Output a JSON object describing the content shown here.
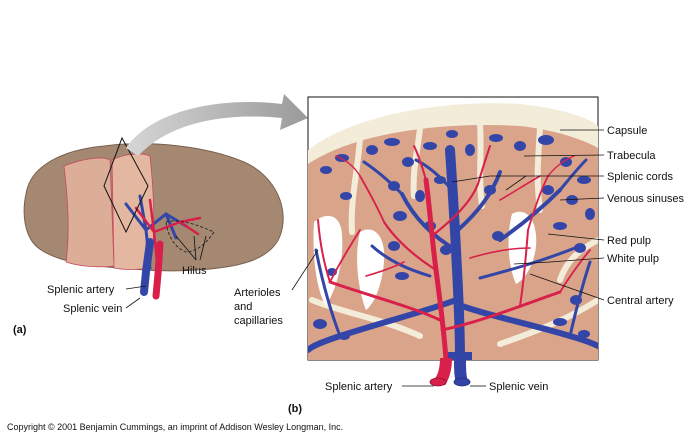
{
  "labels_a": {
    "hilus": "Hilus",
    "splenic_artery": "Splenic artery",
    "splenic_vein": "Splenic vein",
    "panel": "(a)"
  },
  "labels_b": {
    "capsule": "Capsule",
    "trabecula": "Trabecula",
    "splenic_cords": "Splenic cords",
    "venous_sinuses": "Venous sinuses",
    "red_pulp": "Red pulp",
    "white_pulp": "White pulp",
    "central_artery": "Central artery",
    "arterioles_line1": "Arterioles",
    "arterioles_line2": "and",
    "arterioles_line3": "capillaries",
    "splenic_artery": "Splenic artery",
    "splenic_vein": "Splenic vein",
    "panel": "(b)"
  },
  "copyright": "Copyright © 2001 Benjamin Cummings, an imprint of Addison Wesley Longman, Inc.",
  "colors": {
    "spleen": "#a48872",
    "spleen_light": "#dcae98",
    "tissue": "#d9a48a",
    "capsule": "#f3ecd9",
    "artery": "#d8204a",
    "vein": "#3346a8",
    "white_pulp": "#ffffff",
    "arrow": "#b7b7b7"
  }
}
